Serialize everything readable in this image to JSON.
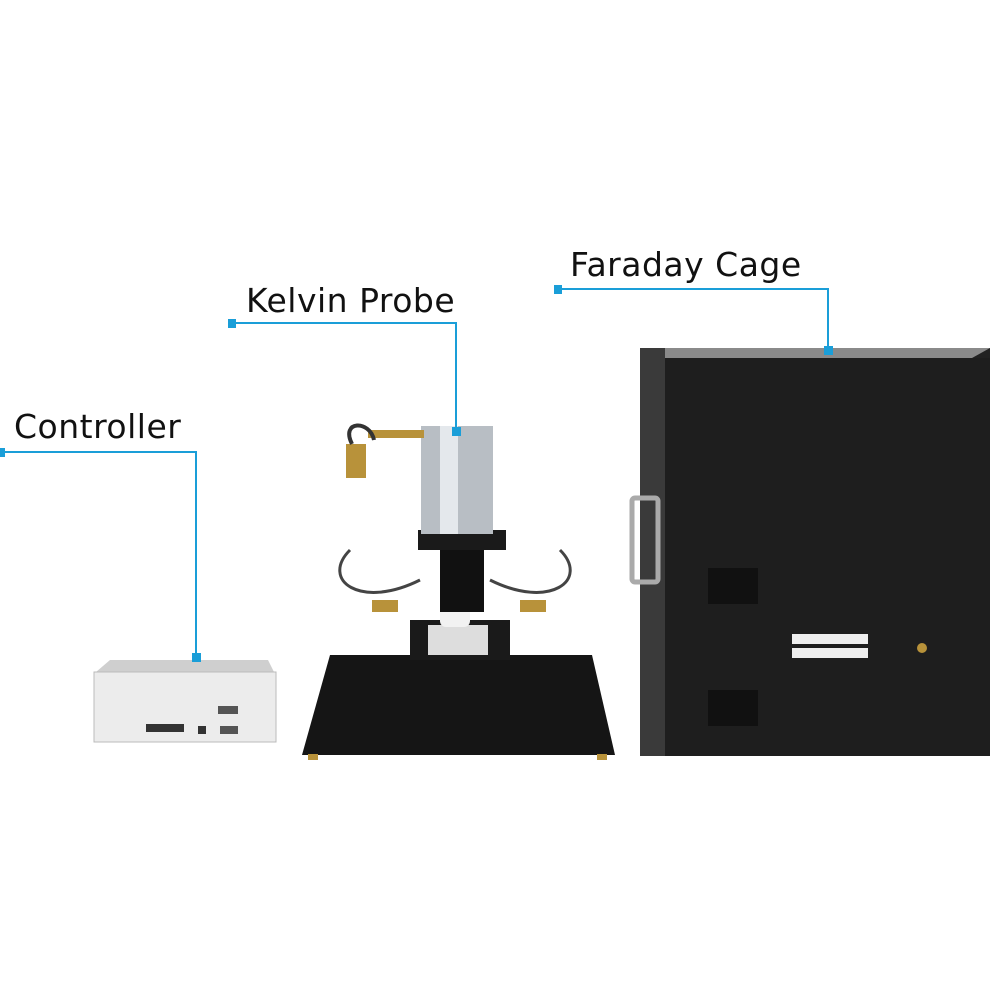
{
  "labels": {
    "controller": "Controller",
    "kelvin_probe": "Kelvin Probe",
    "faraday_cage": "Faraday Cage"
  },
  "colors": {
    "callout": "#1a9ed8",
    "equipment_dark": "#1c1c1c",
    "controller_silver": "#e6e6e6",
    "brass": "#b8923a"
  }
}
